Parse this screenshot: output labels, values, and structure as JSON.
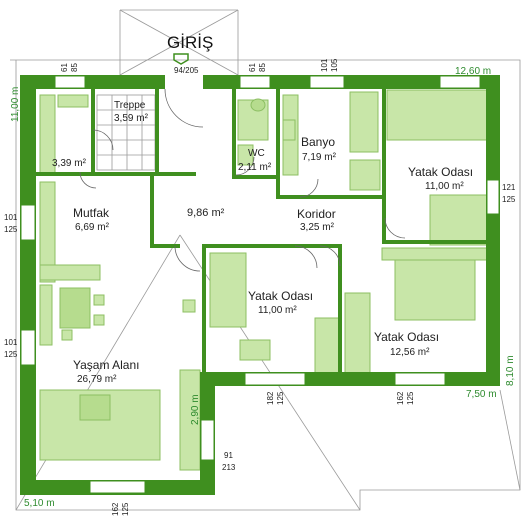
{
  "entrance": {
    "label": "GİRİŞ",
    "code": "94/205"
  },
  "dimensions": {
    "width_top": "12,60 m",
    "height_left": "11,00 m",
    "width_bottom_left": "5,10 m",
    "width_bottom_right": "7,50 m",
    "height_right": "8,10 m",
    "height_notch": "2,90 m"
  },
  "rooms": [
    {
      "id": "treppe",
      "name": "Treppe",
      "area": "3,59 m²"
    },
    {
      "id": "storage",
      "name": "",
      "area": "3,39 m²"
    },
    {
      "id": "wc",
      "name": "WC",
      "area": "2,11 m²"
    },
    {
      "id": "banyo",
      "name": "Banyo",
      "area": "7,19 m²"
    },
    {
      "id": "yatak1",
      "name": "Yatak Odası",
      "area": "11,00 m²"
    },
    {
      "id": "mutfak",
      "name": "Mutfak",
      "area": "6,69 m²"
    },
    {
      "id": "hall",
      "name": "",
      "area": "9,86 m²"
    },
    {
      "id": "koridor",
      "name": "Koridor",
      "area": "3,25 m²"
    },
    {
      "id": "yatak2",
      "name": "Yatak Odası",
      "area": "11,00 m²"
    },
    {
      "id": "yatak3",
      "name": "Yatak Odası",
      "area": "12,56 m²"
    },
    {
      "id": "yasam",
      "name": "Yaşam Alanı",
      "area": "26,79 m²"
    }
  ],
  "window_labels": {
    "top1": [
      "61",
      "85"
    ],
    "top2": [
      "61",
      "85"
    ],
    "top3": [
      "101",
      "105"
    ],
    "right1": [
      "121",
      "125"
    ],
    "left1": [
      "101",
      "125"
    ],
    "left2": [
      "101",
      "125"
    ],
    "bottom1": [
      "182",
      "125"
    ],
    "bottom2": [
      "162",
      "125"
    ],
    "bottom3": [
      "162",
      "125"
    ],
    "door1": [
      "91",
      "213"
    ]
  },
  "colors": {
    "wall": "#3f8f1f",
    "furniture": "#c8e6a8",
    "text": "#222222",
    "dim": "#2e8b2e"
  }
}
